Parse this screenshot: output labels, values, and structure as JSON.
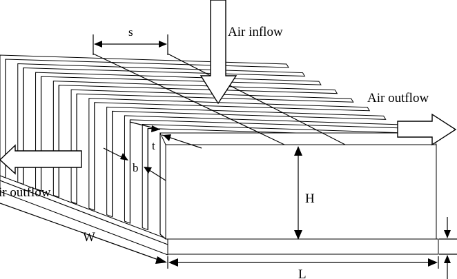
{
  "labels": {
    "air_inflow": "Air inflow",
    "air_outflow_right": "Air outflow",
    "air_outflow_left": "ir outflow",
    "s": "s",
    "t": "t",
    "b": "b",
    "H": "H",
    "W": "W",
    "L": "L"
  },
  "colors": {
    "line": "#000000",
    "background": "#ffffff"
  }
}
